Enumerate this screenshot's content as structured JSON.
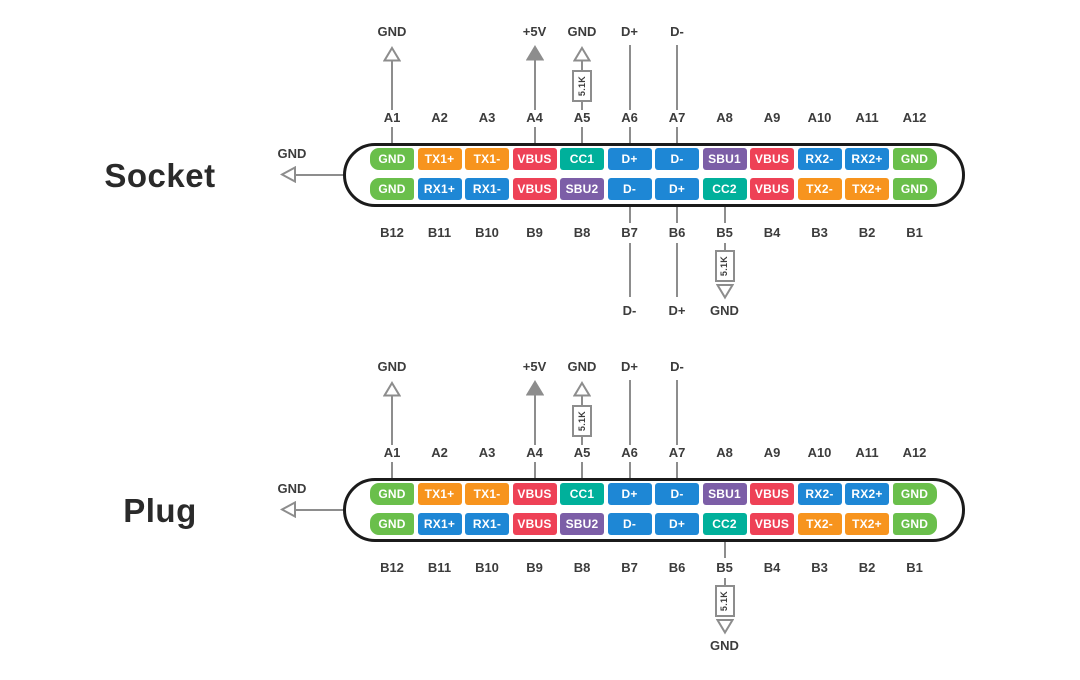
{
  "pin_colors": {
    "green": "#6abf4b",
    "orange": "#f7941e",
    "red": "#ee4156",
    "teal": "#00b09b",
    "blue": "#1e87d5",
    "purple": "#7c5ea7"
  },
  "line_color": "#8d8d8d",
  "text_color": "#3c3c3c",
  "outline_color": "#1b1b1b",
  "connectors": [
    {
      "title": "Socket",
      "top_pin_numbers": [
        "A1",
        "A2",
        "A3",
        "A4",
        "A5",
        "A6",
        "A7",
        "A8",
        "A9",
        "A10",
        "A11",
        "A12"
      ],
      "bottom_pin_numbers": [
        "B12",
        "B11",
        "B10",
        "B9",
        "B8",
        "B7",
        "B6",
        "B5",
        "B4",
        "B3",
        "B2",
        "B1"
      ],
      "pins_top": [
        {
          "label": "GND",
          "color": "green"
        },
        {
          "label": "TX1+",
          "color": "orange"
        },
        {
          "label": "TX1-",
          "color": "orange"
        },
        {
          "label": "VBUS",
          "color": "red"
        },
        {
          "label": "CC1",
          "color": "teal"
        },
        {
          "label": "D+",
          "color": "blue"
        },
        {
          "label": "D-",
          "color": "blue"
        },
        {
          "label": "SBU1",
          "color": "purple"
        },
        {
          "label": "VBUS",
          "color": "red"
        },
        {
          "label": "RX2-",
          "color": "blue"
        },
        {
          "label": "RX2+",
          "color": "blue"
        },
        {
          "label": "GND",
          "color": "green"
        }
      ],
      "pins_bottom": [
        {
          "label": "GND",
          "color": "green"
        },
        {
          "label": "RX1+",
          "color": "blue"
        },
        {
          "label": "RX1-",
          "color": "blue"
        },
        {
          "label": "VBUS",
          "color": "red"
        },
        {
          "label": "SBU2",
          "color": "purple"
        },
        {
          "label": "D-",
          "color": "blue"
        },
        {
          "label": "D+",
          "color": "blue"
        },
        {
          "label": "CC2",
          "color": "teal"
        },
        {
          "label": "VBUS",
          "color": "red"
        },
        {
          "label": "TX2-",
          "color": "orange"
        },
        {
          "label": "TX2+",
          "color": "orange"
        },
        {
          "label": "GND",
          "color": "green"
        }
      ],
      "left_annotation": {
        "label": "GND"
      },
      "top_annotations": [
        {
          "col": 0,
          "label": "GND",
          "style": "open-arrow-up"
        },
        {
          "col": 3,
          "label": "+5V",
          "style": "filled-arrow-up"
        },
        {
          "col": 4,
          "label": "GND",
          "style": "open-arrow-up-resistor",
          "resistor": "5.1K"
        },
        {
          "col": 5,
          "label": "D+",
          "style": "line"
        },
        {
          "col": 6,
          "label": "D-",
          "style": "line"
        }
      ],
      "bottom_annotations": [
        {
          "col": 5,
          "label": "D-",
          "style": "line"
        },
        {
          "col": 6,
          "label": "D+",
          "style": "line"
        },
        {
          "col": 7,
          "label": "GND",
          "style": "resistor-open-arrow-down",
          "resistor": "5.1K"
        }
      ]
    },
    {
      "title": "Plug",
      "top_pin_numbers": [
        "A1",
        "A2",
        "A3",
        "A4",
        "A5",
        "A6",
        "A7",
        "A8",
        "A9",
        "A10",
        "A11",
        "A12"
      ],
      "bottom_pin_numbers": [
        "B12",
        "B11",
        "B10",
        "B9",
        "B8",
        "B7",
        "B6",
        "B5",
        "B4",
        "B3",
        "B2",
        "B1"
      ],
      "pins_top": [
        {
          "label": "GND",
          "color": "green"
        },
        {
          "label": "TX1+",
          "color": "orange"
        },
        {
          "label": "TX1-",
          "color": "orange"
        },
        {
          "label": "VBUS",
          "color": "red"
        },
        {
          "label": "CC1",
          "color": "teal"
        },
        {
          "label": "D+",
          "color": "blue"
        },
        {
          "label": "D-",
          "color": "blue"
        },
        {
          "label": "SBU1",
          "color": "purple"
        },
        {
          "label": "VBUS",
          "color": "red"
        },
        {
          "label": "RX2-",
          "color": "blue"
        },
        {
          "label": "RX2+",
          "color": "blue"
        },
        {
          "label": "GND",
          "color": "green"
        }
      ],
      "pins_bottom": [
        {
          "label": "GND",
          "color": "green"
        },
        {
          "label": "RX1+",
          "color": "blue"
        },
        {
          "label": "RX1-",
          "color": "blue"
        },
        {
          "label": "VBUS",
          "color": "red"
        },
        {
          "label": "SBU2",
          "color": "purple"
        },
        {
          "label": "D-",
          "color": "blue"
        },
        {
          "label": "D+",
          "color": "blue"
        },
        {
          "label": "CC2",
          "color": "teal"
        },
        {
          "label": "VBUS",
          "color": "red"
        },
        {
          "label": "TX2-",
          "color": "orange"
        },
        {
          "label": "TX2+",
          "color": "orange"
        },
        {
          "label": "GND",
          "color": "green"
        }
      ],
      "left_annotation": {
        "label": "GND"
      },
      "top_annotations": [
        {
          "col": 0,
          "label": "GND",
          "style": "open-arrow-up"
        },
        {
          "col": 3,
          "label": "+5V",
          "style": "filled-arrow-up"
        },
        {
          "col": 4,
          "label": "GND",
          "style": "open-arrow-up-resistor",
          "resistor": "5.1K"
        },
        {
          "col": 5,
          "label": "D+",
          "style": "line"
        },
        {
          "col": 6,
          "label": "D-",
          "style": "line"
        }
      ],
      "bottom_annotations": [
        {
          "col": 7,
          "label": "GND",
          "style": "resistor-open-arrow-down",
          "resistor": "5.1K"
        }
      ]
    }
  ]
}
